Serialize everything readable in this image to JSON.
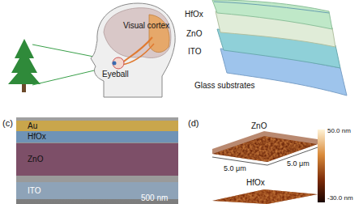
{
  "diagram": {
    "nodes": [
      {
        "text": [
          "Au"
        ]
      },
      {
        "text": [
          "HfOx"
        ]
      },
      {
        "text": [
          "ZnO"
        ]
      },
      {
        "text": [
          "ITO"
        ]
      }
    ],
    "labels": [
      "Visual cortex",
      "Eyeball",
      "HfOx",
      "ZnO",
      "ITO",
      "Glass substrates",
      "(c)",
      "(d)",
      "500 nm",
      "ZnO",
      "5.0 μm",
      "5.0 μm",
      "HfOx",
      "50.0 nm",
      "-30.0 nm"
    ]
  }
}
